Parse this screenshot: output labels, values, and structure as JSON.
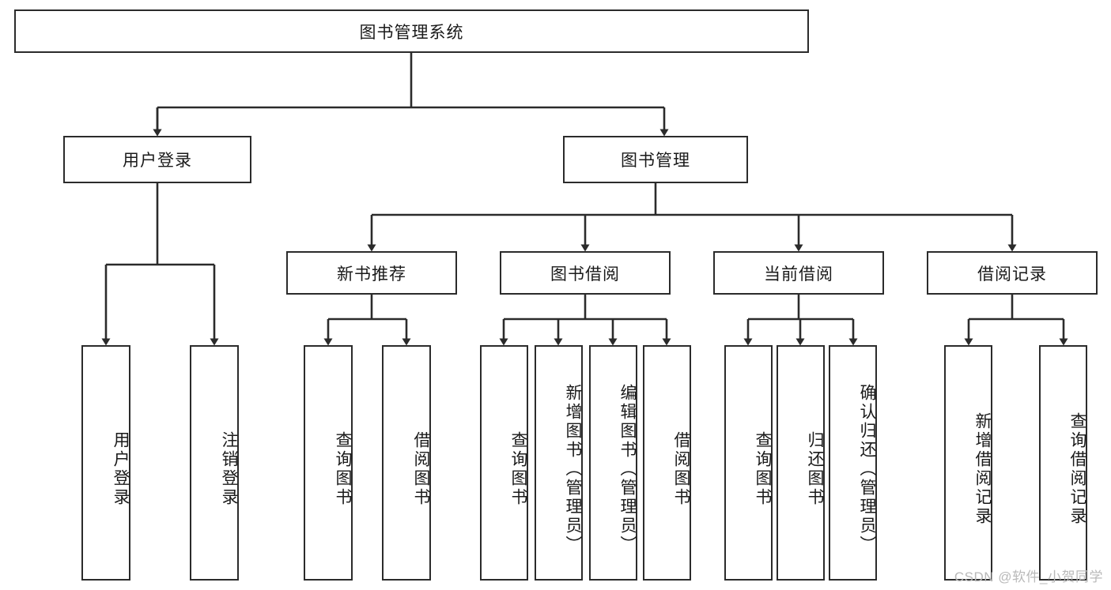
{
  "diagram": {
    "type": "tree",
    "title": "图书管理系统",
    "root": {
      "id": "root",
      "label": "图书管理系统"
    },
    "level1": [
      {
        "id": "user-login",
        "label": "用户登录"
      },
      {
        "id": "book-manage",
        "label": "图书管理"
      }
    ],
    "level2": [
      {
        "id": "new-book-recommend",
        "label": "新书推荐",
        "parent": "book-manage"
      },
      {
        "id": "book-borrow",
        "label": "图书借阅",
        "parent": "book-manage"
      },
      {
        "id": "current-borrow",
        "label": "当前借阅",
        "parent": "book-manage"
      },
      {
        "id": "borrow-record",
        "label": "借阅记录",
        "parent": "book-manage"
      }
    ],
    "leaves": [
      {
        "id": "leaf-user-login",
        "label": "用户登录",
        "parent": "user-login"
      },
      {
        "id": "leaf-logout",
        "label": "注销登录",
        "parent": "user-login"
      },
      {
        "id": "leaf-query-book-1",
        "label": "查询图书",
        "parent": "new-book-recommend"
      },
      {
        "id": "leaf-borrow-book-1",
        "label": "借阅图书",
        "parent": "new-book-recommend"
      },
      {
        "id": "leaf-query-book-2",
        "label": "查询图书",
        "parent": "book-borrow"
      },
      {
        "id": "leaf-add-book",
        "label": "新增图书（管理员）",
        "parent": "book-borrow"
      },
      {
        "id": "leaf-edit-book",
        "label": "编辑图书（管理员）",
        "parent": "book-borrow"
      },
      {
        "id": "leaf-borrow-book-2",
        "label": "借阅图书",
        "parent": "book-borrow"
      },
      {
        "id": "leaf-query-book-3",
        "label": "查询图书",
        "parent": "current-borrow"
      },
      {
        "id": "leaf-return-book",
        "label": "归还图书",
        "parent": "current-borrow"
      },
      {
        "id": "leaf-confirm-return",
        "label": "确认归还（管理员）",
        "parent": "current-borrow"
      },
      {
        "id": "leaf-add-record",
        "label": "新增借阅记录",
        "parent": "borrow-record"
      },
      {
        "id": "leaf-query-record",
        "label": "查询借阅记录",
        "parent": "borrow-record"
      }
    ],
    "colors": {
      "box_border": "#2b2b2b",
      "box_fill": "#ffffff",
      "connector": "#2b2b2b",
      "text": "#1a1a1a",
      "watermark": "#b9b9b9"
    }
  },
  "watermark": {
    "text": "CSDN @软件_小贺同学"
  }
}
